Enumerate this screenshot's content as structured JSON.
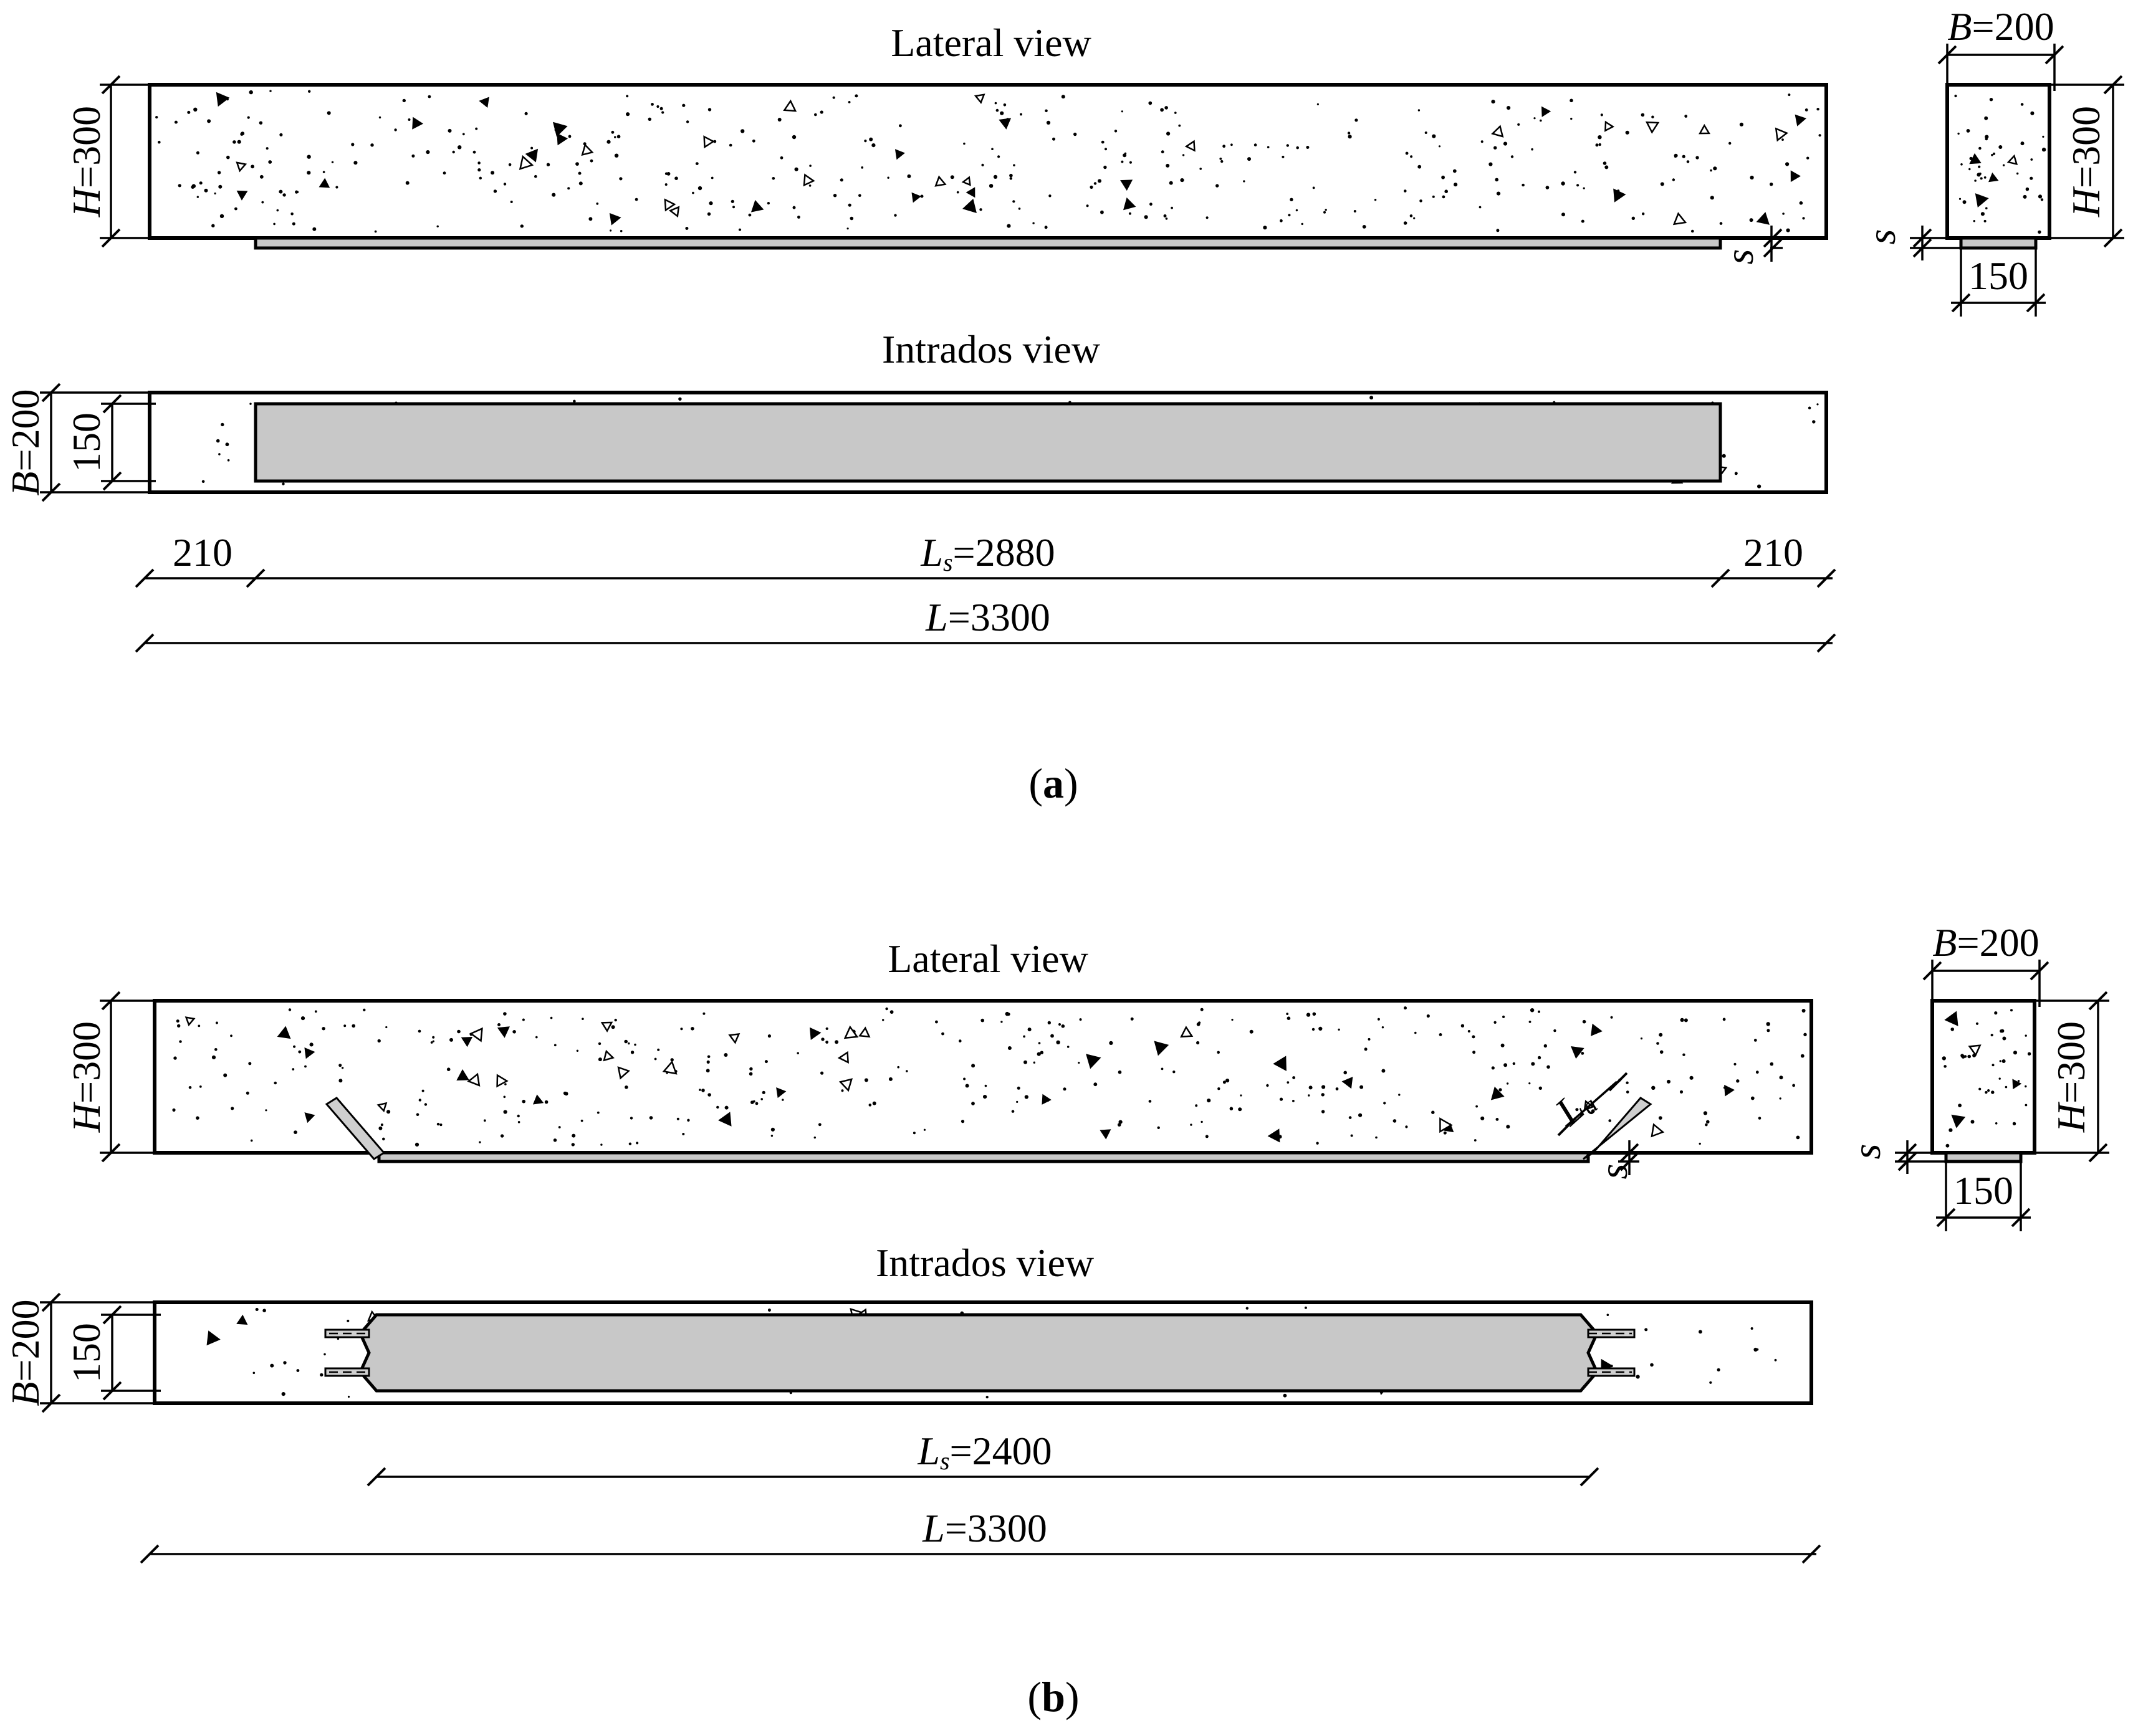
{
  "panel_a": {
    "lateral_title": "Lateral view",
    "intrados_title": "Intrados view",
    "height": {
      "var": "H",
      "val": "=300"
    },
    "width": {
      "var": "B",
      "val": "=200"
    },
    "plate_width": "150",
    "gap": "s",
    "end_left": "210",
    "end_right": "210",
    "strip_length": {
      "var": "L",
      "sub": "s",
      "val": "=2880"
    },
    "total_length": {
      "var": "L",
      "val": "=3300"
    },
    "section_width": {
      "var": "B",
      "val": "=200"
    },
    "section_height": {
      "var": "H",
      "val": "=300"
    },
    "section_gap": "s",
    "section_plate": "150",
    "caption": {
      "open": "(",
      "letter": "a",
      "close": ")"
    }
  },
  "panel_b": {
    "lateral_title": "Lateral view",
    "intrados_title": "Intrados view",
    "height": {
      "var": "H",
      "val": "=300"
    },
    "width": {
      "var": "B",
      "val": "=200"
    },
    "plate_width": "150",
    "gap": "s",
    "anchor_length": {
      "var": "L",
      "sub": "a"
    },
    "strip_length": {
      "var": "L",
      "sub": "s",
      "val": "=2400"
    },
    "total_length": {
      "var": "L",
      "val": "=3300"
    },
    "section_width": {
      "var": "B",
      "val": "=200"
    },
    "section_height": {
      "var": "H",
      "val": "=300"
    },
    "section_gap": "s",
    "section_plate": "150",
    "caption": {
      "open": "(",
      "letter": "b",
      "close": ")"
    }
  }
}
